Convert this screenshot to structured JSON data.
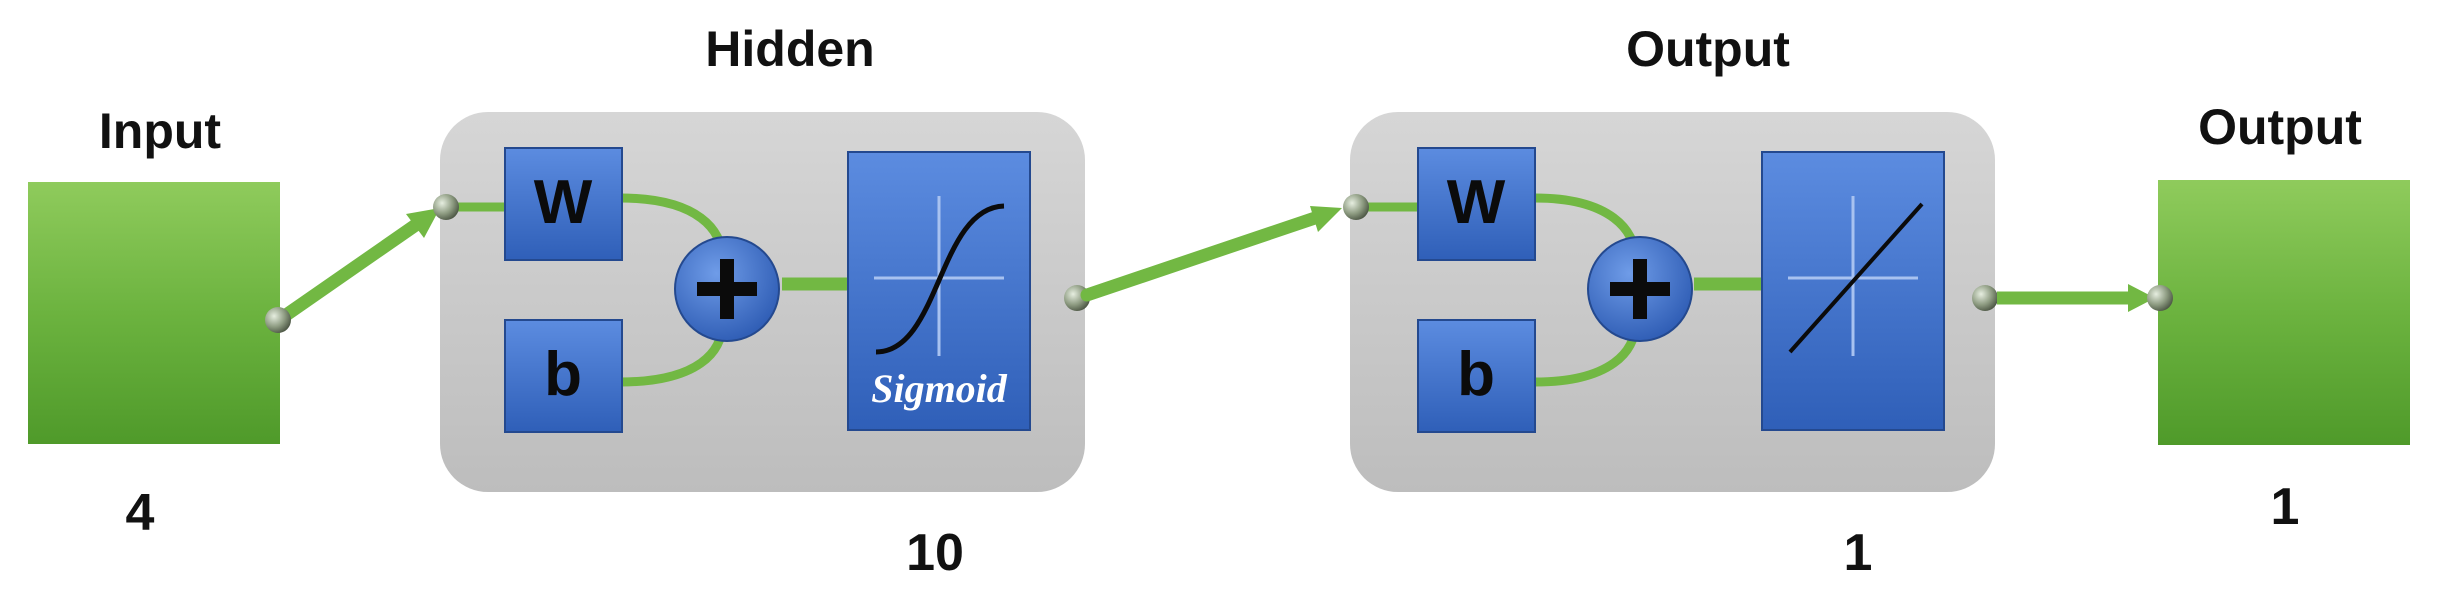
{
  "input": {
    "title": "Input",
    "size": "4"
  },
  "hidden": {
    "title": "Hidden",
    "size": "10",
    "weight_label": "W",
    "bias_label": "b",
    "activation_label": "Sigmoid"
  },
  "output_layer": {
    "title": "Output",
    "size": "1",
    "weight_label": "W",
    "bias_label": "b"
  },
  "output": {
    "title": "Output",
    "size": "1"
  },
  "colors": {
    "node_green": "#6cb33f",
    "layer_panel": "#c8c8c8",
    "block_blue": "#3d6fc9",
    "connector_green": "#72b843"
  }
}
